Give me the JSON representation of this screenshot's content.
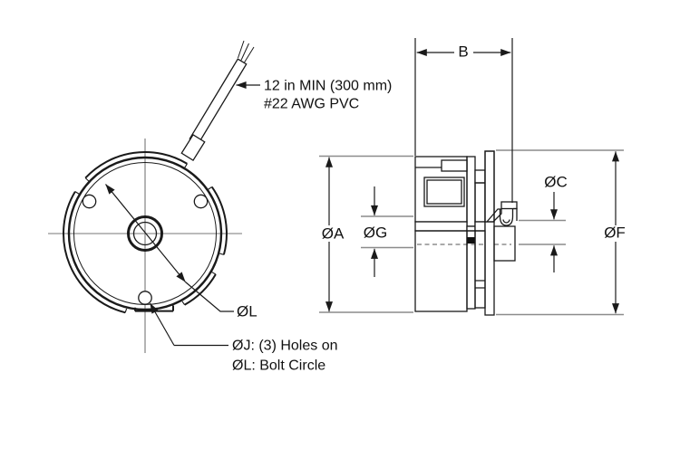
{
  "colors": {
    "line": "#1a1a1a",
    "dim_extension_gray": "#8c8c8c",
    "centerline_gray": "#777777",
    "text": "#111111",
    "background": "#ffffff"
  },
  "front_view": {
    "cable_note": {
      "line1": "12 in MIN (300 mm)",
      "line2": "#22 AWG PVC"
    },
    "bolt_circle_dim_label": "ØL",
    "holes_note": {
      "line1": "ØJ: (3) Holes on",
      "line2": "ØL: Bolt Circle"
    }
  },
  "side_view": {
    "dims": {
      "width": "B",
      "outer_diameter": "ØA",
      "pilot_diameter": "ØG",
      "hub_diameter": "ØC",
      "flange_diameter": "ØF"
    }
  }
}
